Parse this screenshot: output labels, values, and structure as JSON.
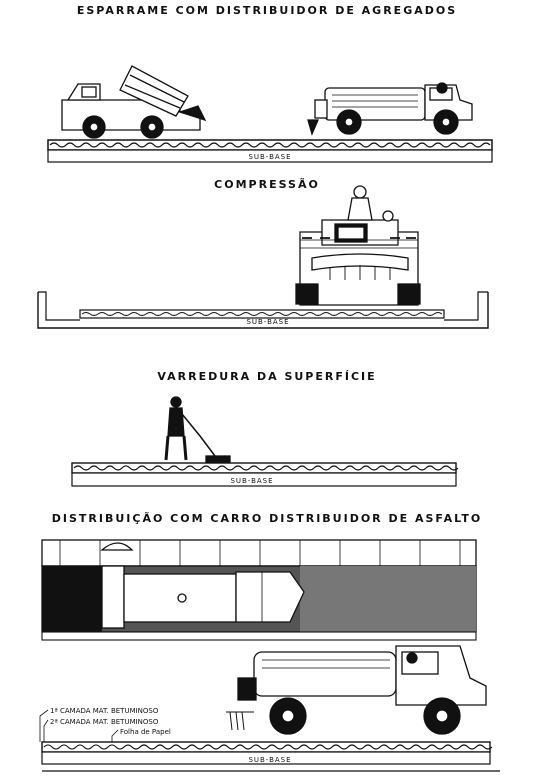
{
  "panels": [
    {
      "title": "ESPARRAME COM DISTRIBUIDOR DE AGREGADOS",
      "base_label": "SUB-BASE"
    },
    {
      "title": "COMPRESSÃO",
      "base_label": "SUB-BASE"
    },
    {
      "title": "VARREDURA DA SUPERFÍCIE",
      "base_label": "SUB-BASE"
    },
    {
      "title": "DISTRIBUIÇÃO COM CARRO DISTRIBUIDOR DE ASFALTO",
      "base_label": "SUB-BASE"
    }
  ],
  "layer_labels": [
    "1ª CAMADA MAT. BETUMINOSO",
    "2ª CAMADA MAT. BETUMINOSO",
    "Folha de Papel"
  ],
  "colors": {
    "ink": "#111111",
    "paper": "#ffffff"
  }
}
